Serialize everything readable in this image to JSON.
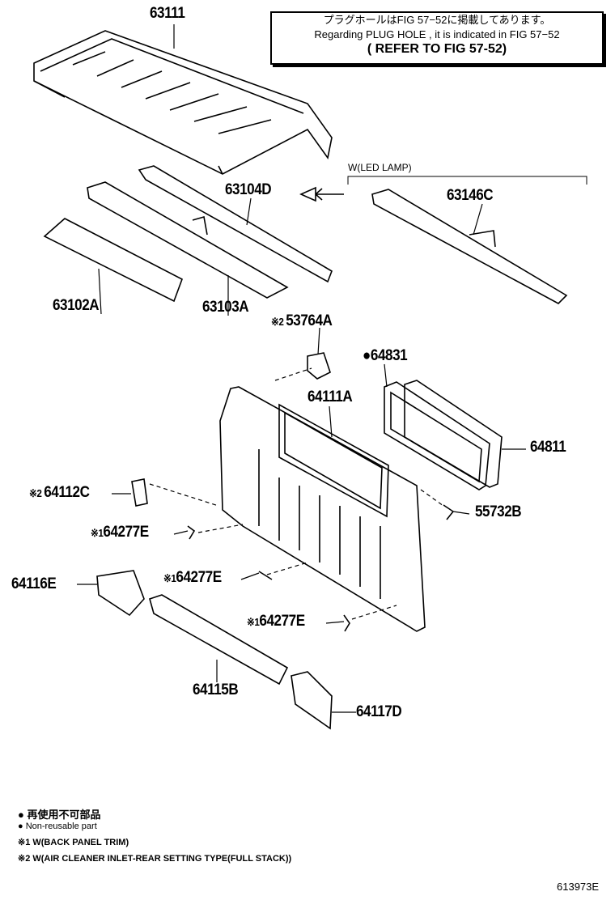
{
  "note": {
    "line_jp": "プラグホールはFIG 57−52に掲載してあります。",
    "line_en": "Regarding PLUG HOLE , it is indicated in FIG 57−52",
    "line_ref": "( REFER TO FIG 57-52)"
  },
  "variant_label": "W(LED LAMP)",
  "parts": [
    {
      "id": "63111",
      "prefix": ""
    },
    {
      "id": "63104D",
      "prefix": ""
    },
    {
      "id": "63146C",
      "prefix": ""
    },
    {
      "id": "63102A",
      "prefix": ""
    },
    {
      "id": "63103A",
      "prefix": ""
    },
    {
      "id": "53764A",
      "prefix": "※2 "
    },
    {
      "id": "64831",
      "prefix": "●"
    },
    {
      "id": "64111A",
      "prefix": ""
    },
    {
      "id": "64811",
      "prefix": ""
    },
    {
      "id": "64112C",
      "prefix": "※2 "
    },
    {
      "id": "55732B",
      "prefix": ""
    },
    {
      "id": "64277E",
      "prefix": "※1"
    },
    {
      "id": "64116E",
      "prefix": ""
    },
    {
      "id": "64277E",
      "prefix": "※1"
    },
    {
      "id": "64277E",
      "prefix": "※1"
    },
    {
      "id": "64115B",
      "prefix": ""
    },
    {
      "id": "64117D",
      "prefix": ""
    }
  ],
  "legend": {
    "nonreusable_jp": "● 再使用不可部品",
    "nonreusable_en": "● Non-reusable part",
    "note1": "※1 W(BACK PANEL TRIM)",
    "note2": "※2 W(AIR CLEANER INLET-REAR SETTING TYPE(FULL STACK))"
  },
  "figure_id": "613973E"
}
